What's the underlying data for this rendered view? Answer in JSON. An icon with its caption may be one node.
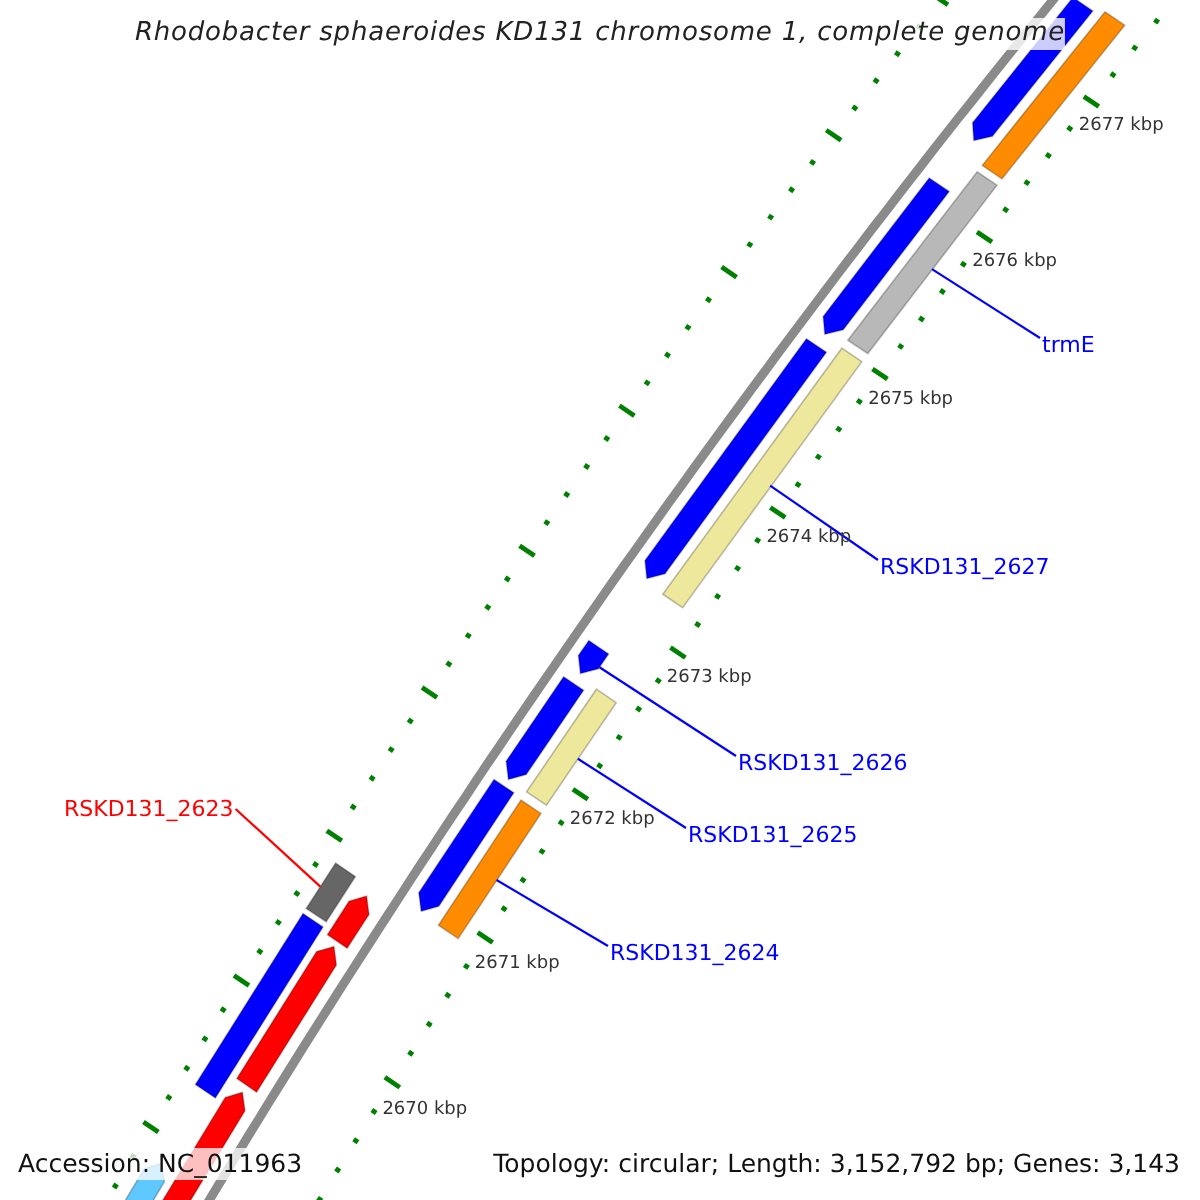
{
  "diagram": {
    "title": "Rhodobacter sphaeroides KD131 chromosome 1, complete genome",
    "nodes": [
      {
        "text": [
          "trmE"
        ]
      },
      {
        "text": [],
        "shape": "bar"
      },
      {
        "text": [
          "RSKD131_2627"
        ]
      },
      {
        "text": [],
        "shape": "bar"
      },
      {
        "text": [
          "RSKD131_2626"
        ]
      },
      {
        "text": [],
        "shape": "bar"
      },
      {
        "text": [
          "RSKD131_2623"
        ]
      },
      {
        "text": [],
        "shape": "bar"
      },
      {
        "text": [
          "RSKD131_2625"
        ]
      },
      {
        "text": [],
        "shape": "bar"
      },
      {
        "text": [
          "RSKD131_2624"
        ]
      },
      {
        "text": [],
        "shape": "bar"
      },
      {
        "text": [],
        "shape": "bar"
      },
      {
        "text": [],
        "shape": "bar"
      },
      {
        "text": [],
        "shape": "bar"
      },
      {
        "text": [],
        "shape": "bar"
      },
      {
        "text": [],
        "shape": "bar"
      },
      {
        "text": [],
        "shape": "bar"
      },
      {
        "text": [],
        "shape": "bar"
      },
      {
        "text": [],
        "shape": "bar"
      },
      {
        "text": [],
        "shape": "bar"
      },
      {
        "text": [],
        "shape": "bar"
      },
      {
        "text": [],
        "shape": "bar"
      }
    ],
    "edges": [
      {
        "from": 0,
        "to": 1,
        "arrow": "none"
      },
      {
        "from": 2,
        "to": 3,
        "arrow": "none"
      },
      {
        "from": 4,
        "to": 5,
        "arrow": "none"
      },
      {
        "from": 6,
        "to": 7,
        "arrow": "none",
        "color": "#ff0000"
      },
      {
        "from": 8,
        "to": 9,
        "arrow": "none"
      },
      {
        "from": 10,
        "to": 11,
        "arrow": "none"
      }
    ],
    "labels": [
      "2677 kbp",
      "2676 kbp",
      "2675 kbp",
      "2674 kbp",
      "2673 kbp",
      "2672 kbp",
      "2671 kbp",
      "2670 kbp",
      "Accession: NC_011963",
      "Topology: circular; Length: 3,152,792 bp; Genes: 3,143"
    ]
  }
}
